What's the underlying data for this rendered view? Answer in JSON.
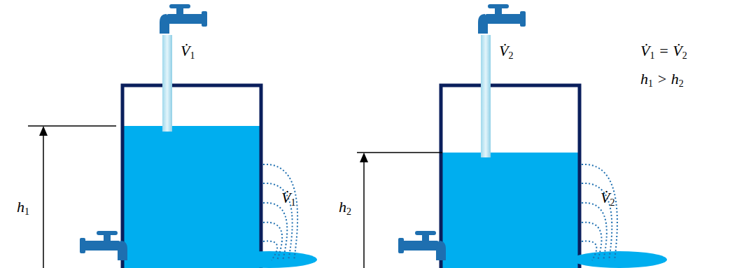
{
  "diagram": {
    "labels": [
      "V̇1",
      "h1",
      "V̇1",
      "V̇2",
      "h2",
      "V̇2",
      "V̇1 = V̇2",
      "h1 > h2"
    ]
  }
}
